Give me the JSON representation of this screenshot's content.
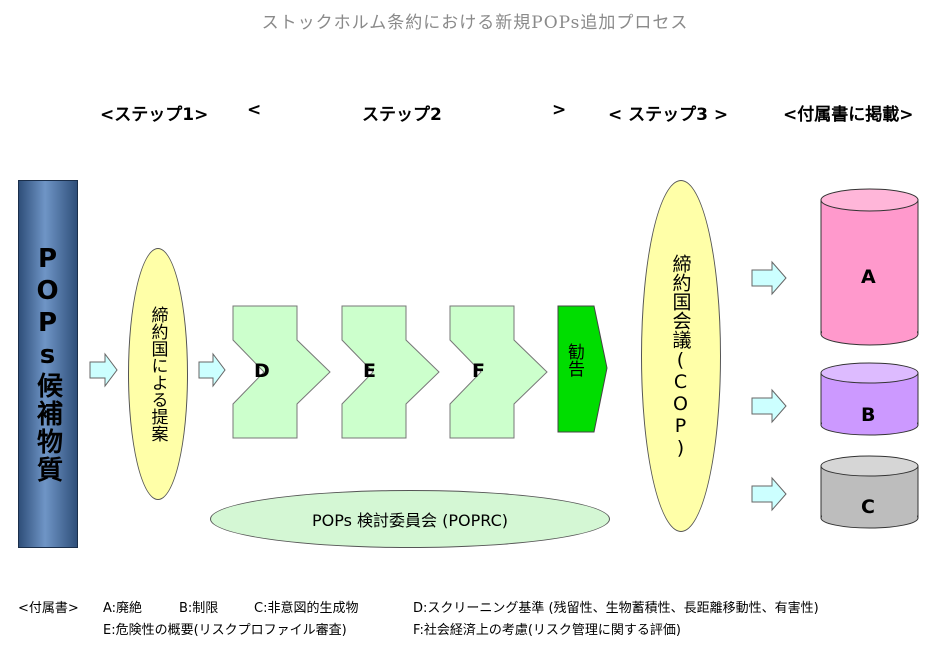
{
  "title": "ストックホルム条約における新規POPs追加プロセス",
  "steps": {
    "step1": "<ステップ1>",
    "step2_open": "<",
    "step2": "ステップ2",
    "step2_close": ">",
    "step3": "< ステップ3 >",
    "annex": "<付属書に掲載>"
  },
  "candidates": "POPs候補物質",
  "proposal": "締約国による提案",
  "screening_boxes": [
    "D",
    "E",
    "F"
  ],
  "recommendation": "勧告",
  "cop": "締約国会議(COP)",
  "poprc": "POPs 検討委員会 (POPRC)",
  "annexes": [
    {
      "label": "A",
      "color": "#ff99cc"
    },
    {
      "label": "B",
      "color": "#cc99ff"
    },
    {
      "label": "C",
      "color": "#bdbdbd"
    }
  ],
  "legend": {
    "title": "<付属書>",
    "a": "A:廃絶",
    "b": "B:制限",
    "c": "C:非意図的生成物",
    "d": "D:スクリーニング基準 (残留性、生物蓄積性、長距離移動性、有害性)",
    "e": "E:危険性の概要(リスクプロファイル審査)",
    "f": "F:社会経済上の考慮(リスク管理に関する評価)"
  },
  "colors": {
    "box_green": "#ccffcc",
    "recommend_green": "#00dd00",
    "arrow_fill": "#ccffff",
    "ellipse_yellow": "#ffffa8"
  }
}
